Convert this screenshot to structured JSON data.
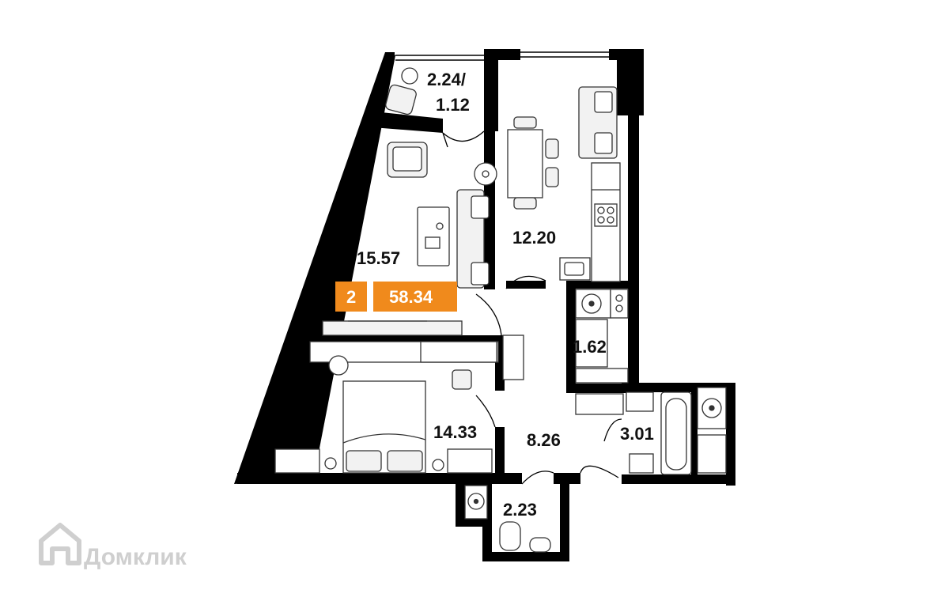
{
  "plan": {
    "rooms": {
      "balcony": "2.24/\n1.12",
      "balcony_line1": "2.24/",
      "balcony_line2": "1.12",
      "living": "15.57",
      "kitchen": "12.20",
      "bedroom": "14.33",
      "hall": "8.26",
      "closet": "1.62",
      "bath": "3.01",
      "wc": "2.23"
    },
    "badge": {
      "rooms_count": "2",
      "total_area": "58.34"
    }
  },
  "watermark": {
    "text": "Домклик"
  },
  "colors": {
    "wall": "#000000",
    "accent": "#f08a1c",
    "furniture": "#333333",
    "furniture_fill": "#f2f2f2",
    "watermark": "#cfcfcf"
  },
  "icons": [
    "fan-icon",
    "sink-icon",
    "toilet-icon",
    "stove-icon",
    "armchair-icon",
    "plant-icon",
    "bed-icon",
    "bathtub-icon",
    "house-logo-icon"
  ]
}
